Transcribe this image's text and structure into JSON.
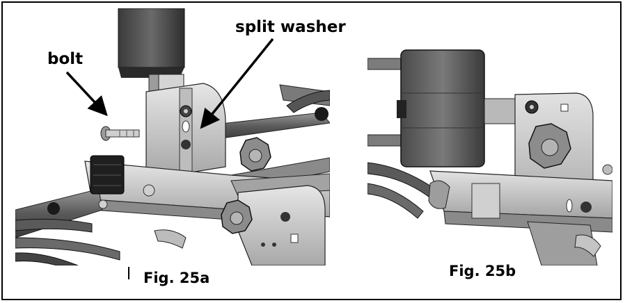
{
  "labels": {
    "bolt": "bolt",
    "split_washer": "split washer"
  },
  "captions": {
    "fig_a": "Fig. 25a",
    "fig_b": "Fig. 25b"
  }
}
